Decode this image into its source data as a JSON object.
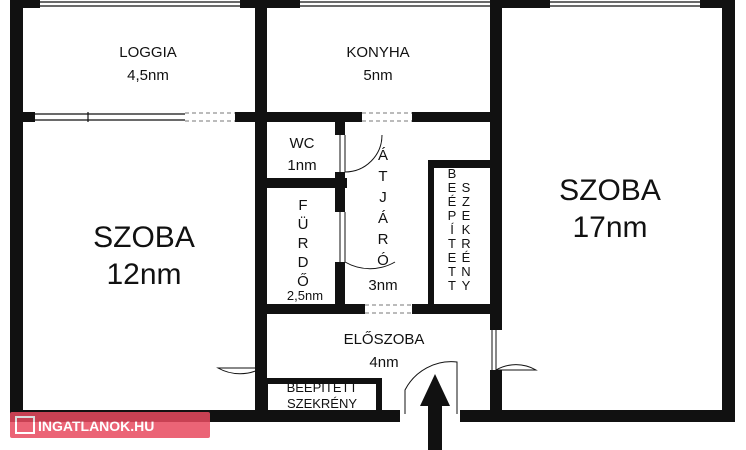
{
  "rooms": {
    "loggia": {
      "name": "LOGGIA",
      "area": "4,5nm"
    },
    "konyha": {
      "name": "KONYHA",
      "area": "5nm"
    },
    "wc": {
      "name": "WC",
      "area": "1nm"
    },
    "furdo": {
      "name": "FÜRDŐ",
      "area": "2,5nm"
    },
    "atjaro": {
      "name": "ÁTJÁRÓ",
      "area": "3nm"
    },
    "szoba_left": {
      "name": "SZOBA",
      "area": "12nm"
    },
    "szoba_right": {
      "name": "SZOBA",
      "area": "17nm"
    },
    "eloszoba": {
      "name": "ELŐSZOBA",
      "area": "4nm"
    },
    "beepitett_vertical": {
      "name": "BEÉPÍTETT SZEKRÉNY",
      "col1": "BEÉPÍTETT",
      "col2": "SZEKRÉNY"
    },
    "beepitett_bottom": {
      "line1": "BEÉPÍTETT",
      "line2": "SZEKRÉNY"
    }
  },
  "watermark": {
    "text": "INGATLANOK.HU"
  },
  "colors": {
    "wall": "#111111",
    "watermark_bg": "#e84a5f"
  }
}
